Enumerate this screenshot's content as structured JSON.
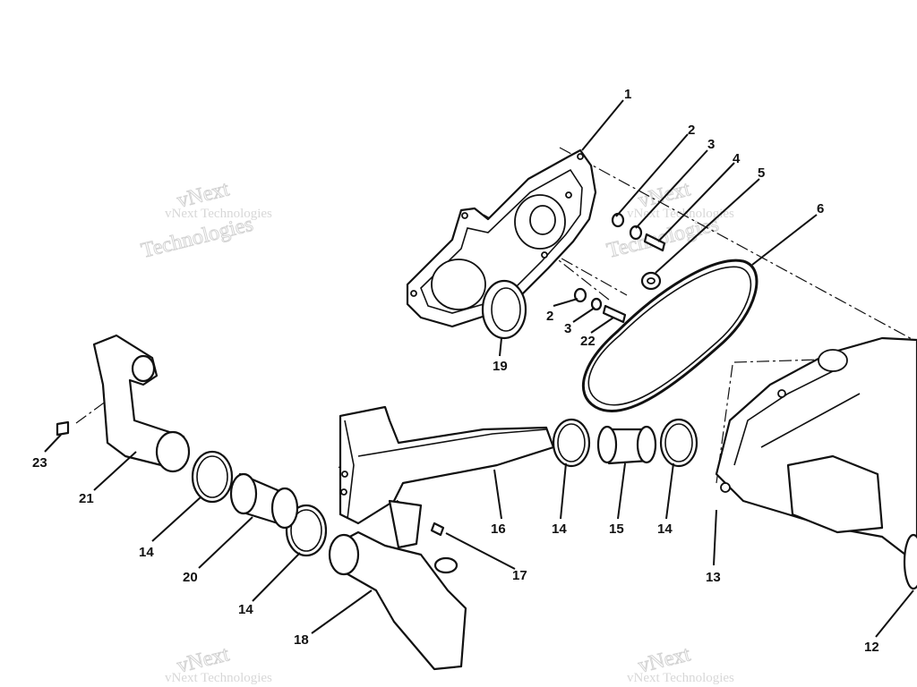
{
  "watermark": {
    "line1": "vNext",
    "line2": "Technologies",
    "full": "vNext Technologies"
  },
  "callouts": [
    "1",
    "2",
    "3",
    "4",
    "5",
    "6",
    "2",
    "3",
    "22",
    "19",
    "23",
    "21",
    "14",
    "20",
    "14",
    "18",
    "16",
    "17",
    "14",
    "15",
    "14",
    "13",
    "12"
  ]
}
